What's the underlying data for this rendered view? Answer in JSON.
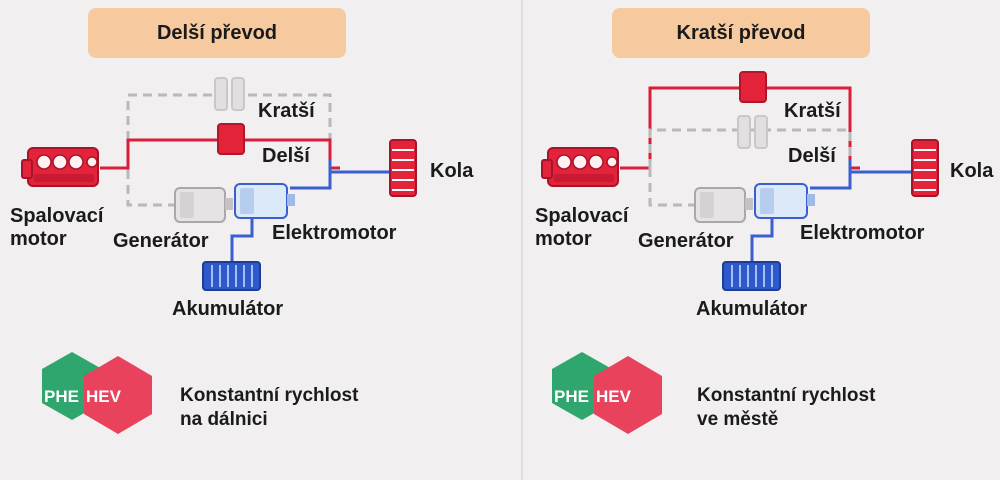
{
  "colors": {
    "background": "#f1eff0",
    "title_box": "#f7c99f",
    "engine_red": "#e3233a",
    "path_red": "#d81f3a",
    "path_blue": "#3b5fd1",
    "path_dashed": "#b9b9b9",
    "phe_green": "#2fa66e",
    "hev_pink": "#e8425d"
  },
  "panels": [
    {
      "title": "Delší převod",
      "labels": {
        "shorter": "Kratší",
        "longer": "Delší",
        "wheels": "Kola",
        "engine_line1": "Spalovací",
        "engine_line2": "motor",
        "generator": "Generátor",
        "motor": "Elektromotor",
        "battery": "Akumulátor"
      },
      "badge": {
        "phe": "PHE",
        "hev": "HEV"
      },
      "caption_line1": "Konstantní rychlost",
      "caption_line2": "na dálnici"
    },
    {
      "title": "Kratší převod",
      "labels": {
        "shorter": "Kratší",
        "longer": "Delší",
        "wheels": "Kola",
        "engine_line1": "Spalovací",
        "engine_line2": "motor",
        "generator": "Generátor",
        "motor": "Elektromotor",
        "battery": "Akumulátor"
      },
      "badge": {
        "phe": "PHE",
        "hev": "HEV"
      },
      "caption_line1": "Konstantní rychlost",
      "caption_line2": "ve městě"
    }
  ]
}
